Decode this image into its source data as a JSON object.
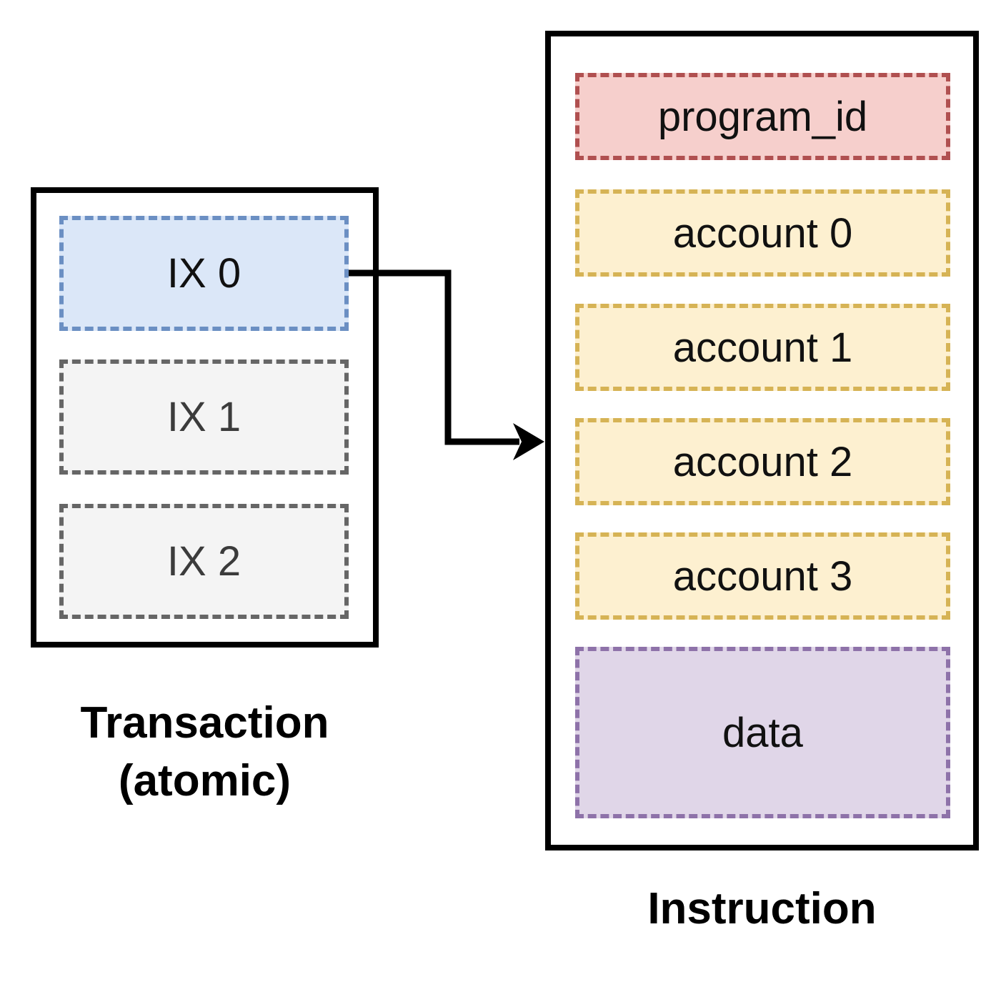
{
  "palette": {
    "ix_active": {
      "fill": "#dbe7f8",
      "border": "#6b8fc3",
      "text": "#111111"
    },
    "ix_inactive": {
      "fill": "#f4f4f4",
      "border": "#666666",
      "text": "#3b3b3b"
    },
    "program": {
      "fill": "#f6cfcc",
      "border": "#b05050",
      "text": "#111111"
    },
    "account": {
      "fill": "#fdf0d0",
      "border": "#d6b355",
      "text": "#111111"
    },
    "data": {
      "fill": "#e0d6e8",
      "border": "#8e72a9",
      "text": "#111111"
    },
    "frame_border": "#000000",
    "arrow": "#000000"
  },
  "transaction": {
    "caption_line1": "Transaction",
    "caption_line2": "(atomic)",
    "items": [
      {
        "label": "IX 0"
      },
      {
        "label": "IX 1"
      },
      {
        "label": "IX 2"
      }
    ]
  },
  "instruction": {
    "caption": "Instruction",
    "fields": [
      {
        "label": "program_id"
      },
      {
        "label": "account 0"
      },
      {
        "label": "account 1"
      },
      {
        "label": "account 2"
      },
      {
        "label": "account 3"
      },
      {
        "label": "data"
      }
    ]
  }
}
